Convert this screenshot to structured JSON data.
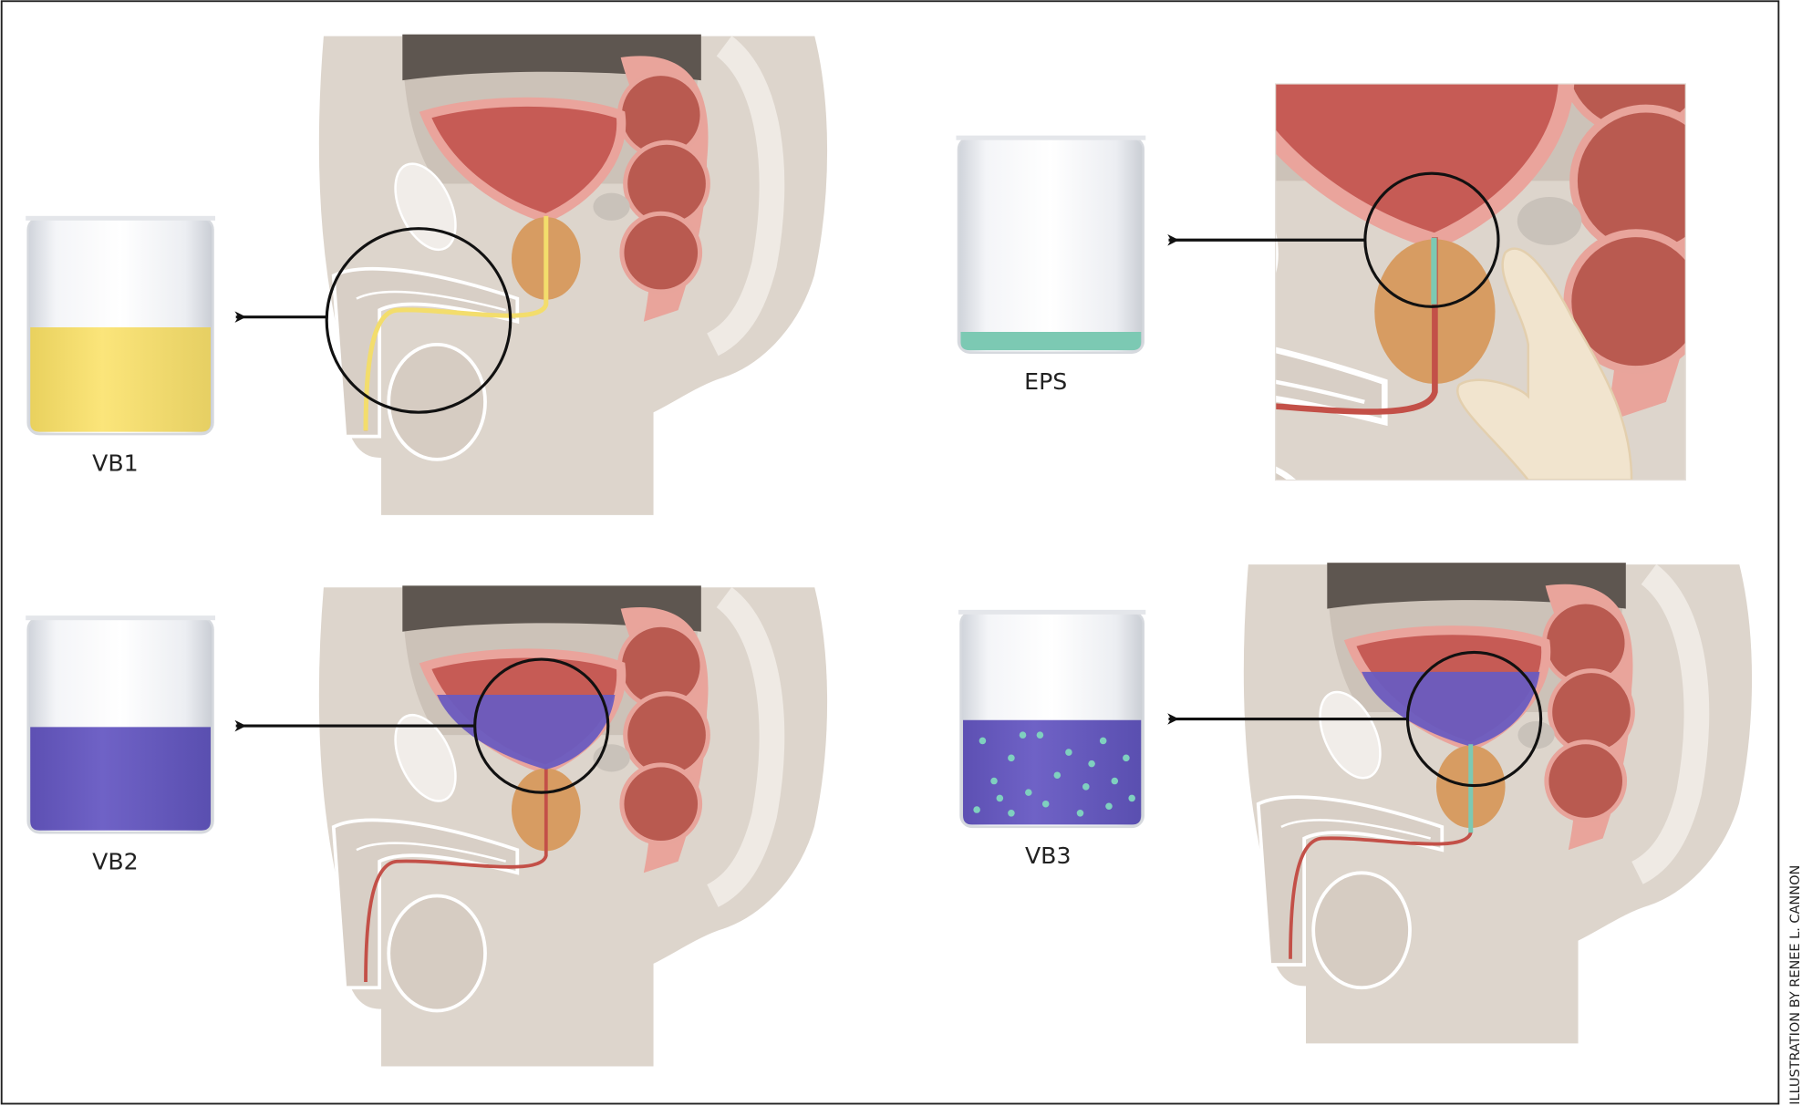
{
  "figure": {
    "samples": [
      {
        "label": "VB1",
        "description_color": "#f3dd6c"
      },
      {
        "label": "EPS",
        "description_color": "#7cc9b3"
      },
      {
        "label": "VB2",
        "description_color": "#6a5cc0"
      },
      {
        "label": "VB3",
        "description_color": "#6a5cc0"
      }
    ],
    "credit": "ILLUSTRATION BY RENEE L. CANNON"
  },
  "colors": {
    "urine_yellow": "#f3dd6c",
    "prostatic_fluid_teal": "#7cc9b3",
    "bladder_urine_purple": "#6a5cc0",
    "tissue": "#ddd5cc",
    "bladder": "#c65b55",
    "prostate": "#d79c62"
  }
}
